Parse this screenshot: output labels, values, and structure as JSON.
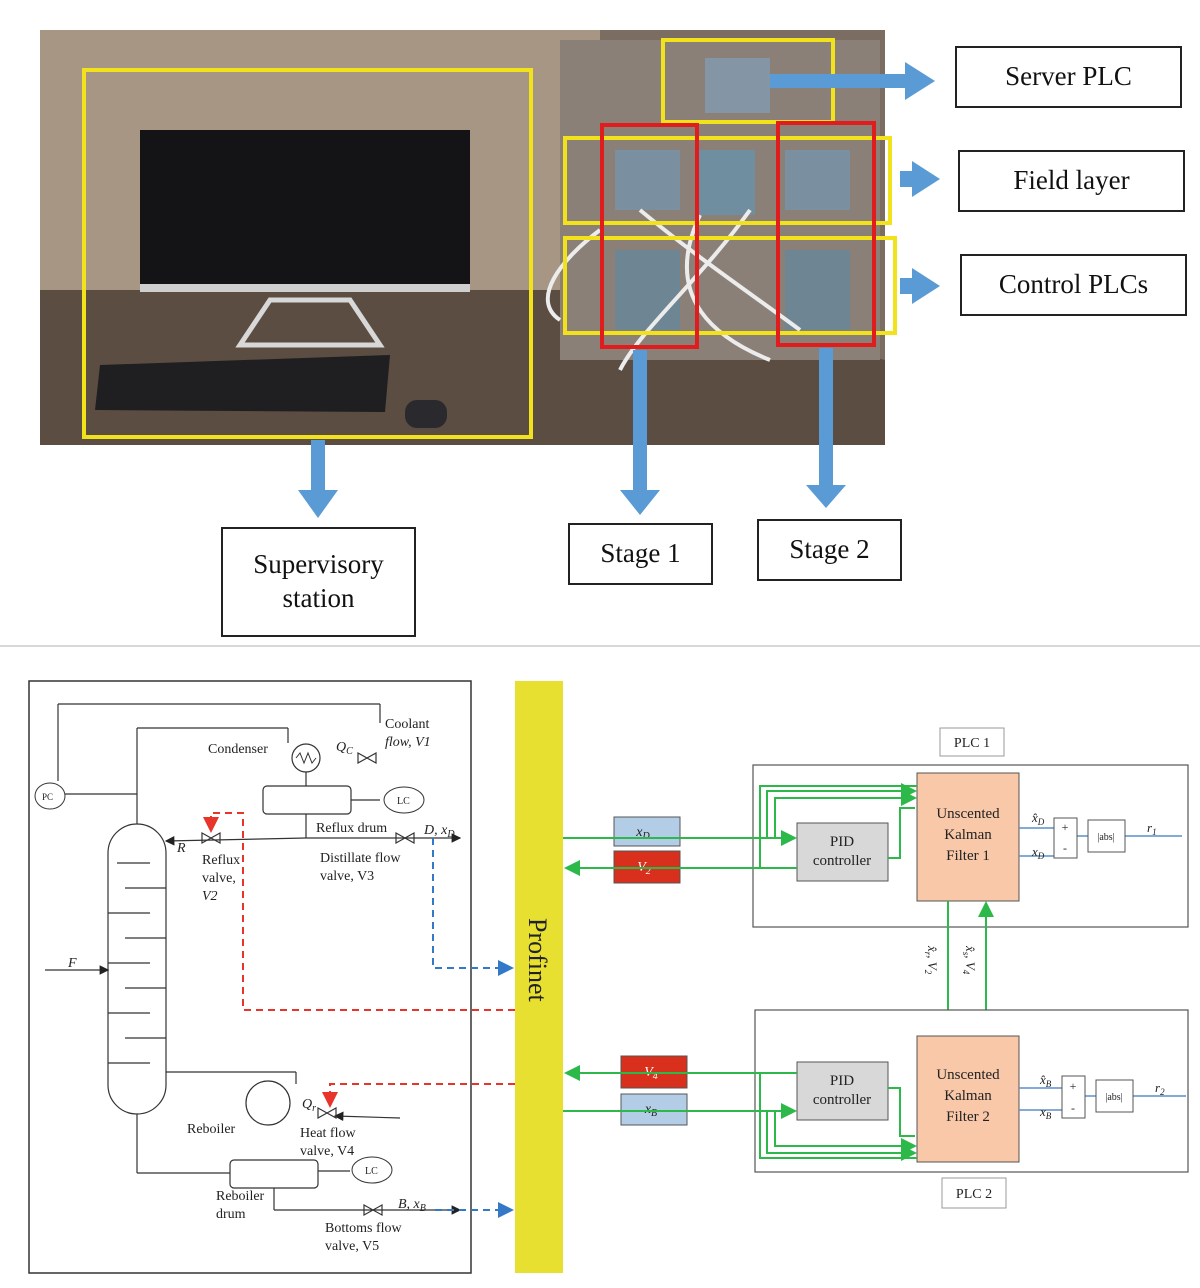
{
  "photo": {
    "labels": {
      "server_plc": "Server PLC",
      "field_layer": "Field layer",
      "control_plcs": "Control PLCs",
      "supervisory_line1": "Supervisory",
      "supervisory_line2": "station",
      "stage1": "Stage 1",
      "stage2": "Stage 2"
    },
    "colors": {
      "yellow_box": "#f2e21c",
      "red_box": "#e01c1c",
      "arrow": "#5a9bd5"
    }
  },
  "schematic": {
    "column": {
      "coolant_line1": "Coolant",
      "coolant_line2": "flow, V1",
      "condenser": "Condenser",
      "qc": "Q",
      "qc_sub": "C",
      "pc": "PC",
      "lc": "LC",
      "reflux_drum": "Reflux drum",
      "d_xd": "D, x",
      "d_xd_sub": "D",
      "r": "R",
      "reflux_valve_1": "Reflux",
      "reflux_valve_2": "valve,",
      "reflux_valve_3": "V2",
      "distillate_1": "Distillate flow",
      "distillate_2": "valve, V3",
      "f": "F",
      "reboiler": "Reboiler",
      "qr": "Q",
      "qr_sub": "r",
      "heat_1": "Heat flow",
      "heat_2": "valve, V4",
      "reboiler_drum_1": "Reboiler",
      "reboiler_drum_2": "drum",
      "b_xb": "B, x",
      "b_xb_sub": "B",
      "bottoms_1": "Bottoms flow",
      "bottoms_2": "valve, V5"
    },
    "profinet": "Profinet",
    "plc1": {
      "title": "PLC 1",
      "signal_in": "x",
      "signal_in_sub": "D",
      "signal_out": "V",
      "signal_out_sub": "2",
      "pid_1": "PID",
      "pid_2": "controller",
      "ukf_1": "Unscented",
      "ukf_2": "Kalman",
      "ukf_3": "Filter 1",
      "est": "x̂",
      "est_sub": "D",
      "meas": "x",
      "meas_sub": "D",
      "plus": "+",
      "minus": "-",
      "abs": "|abs|",
      "residual": "r",
      "residual_sub": "1"
    },
    "plc2": {
      "title": "PLC 2",
      "signal_out": "V",
      "signal_out_sub": "4",
      "signal_in": "x",
      "signal_in_sub": "B",
      "pid_1": "PID",
      "pid_2": "controller",
      "ukf_1": "Unscented",
      "ukf_2": "Kalman",
      "ukf_3": "Filter 2",
      "est": "x̂",
      "est_sub": "B",
      "meas": "x",
      "meas_sub": "B",
      "plus": "+",
      "minus": "-",
      "abs": "|abs|",
      "residual": "r",
      "residual_sub": "2"
    },
    "exchange": {
      "down_1": "x̂",
      "down_1_sub": "r",
      "down_2": ", V",
      "down_2_sub": "2",
      "up_1": "x̂",
      "up_1_sub": "s",
      "up_2": ", V",
      "up_2_sub": "4"
    },
    "colors": {
      "profinet": "#e8e030",
      "green": "#2db84a",
      "red_dash": "#e8342a",
      "blue_dash": "#3478c8",
      "signal_in": "#b4cde6",
      "signal_out": "#d8301c",
      "pid": "#d8d8d8",
      "ukf": "#f8c8a8"
    }
  }
}
